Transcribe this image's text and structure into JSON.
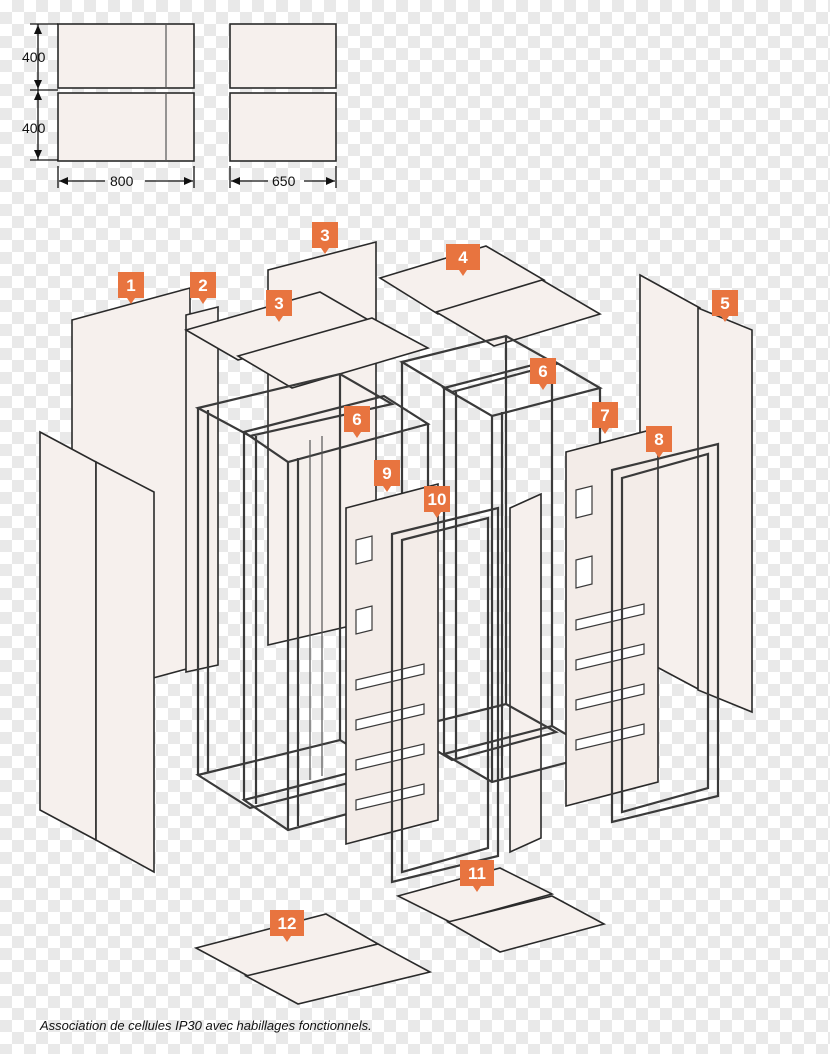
{
  "dimensions": {
    "height_upper": "400",
    "height_lower": "400",
    "width_front": "800",
    "width_side": "650"
  },
  "callouts": [
    "1",
    "2",
    "3",
    "3",
    "4",
    "5",
    "6",
    "6",
    "7",
    "8",
    "9",
    "10",
    "11",
    "12"
  ],
  "caption": "Association de cellules IP30 avec habillages fonctionnels.",
  "colors": {
    "callout": "#e8743f",
    "panel_fill": "#f6f0ed",
    "outline": "#2a2a2a"
  }
}
